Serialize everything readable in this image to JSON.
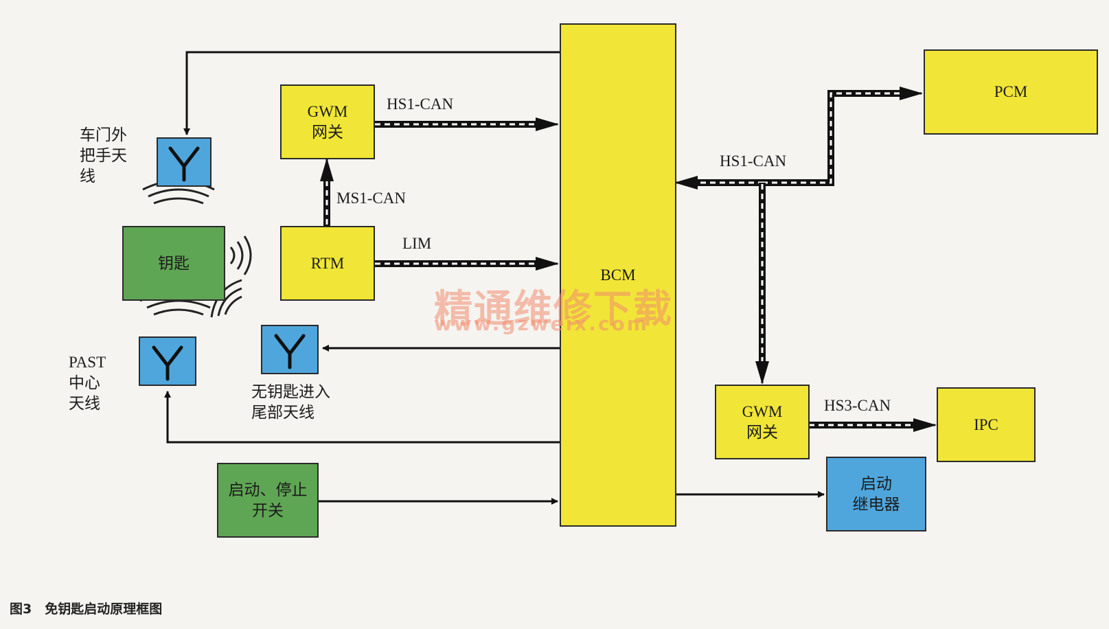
{
  "blocks": {
    "bcm": "BCM",
    "gwm_left": "GWM\n网关",
    "rtm": "RTM",
    "key": "钥匙",
    "start_stop_switch": "启动、停止\n开关",
    "pcm": "PCM",
    "gwm_right": "GWM\n网关",
    "ipc": "IPC",
    "start_relay": "启动\n继电器"
  },
  "antennas": {
    "door_handle": "车门外\n把手天\n线",
    "past_center": "PAST\n中心\n天线",
    "keyless_rear": "无钥匙进入\n尾部天线"
  },
  "buses": {
    "hs1_can_left": "HS1-CAN",
    "ms1_can": "MS1-CAN",
    "lim": "LIM",
    "hs1_can_right": "HS1-CAN",
    "hs3_can": "HS3-CAN"
  },
  "watermark": {
    "title": "精通维修下载",
    "url": "www.gzweix.com"
  },
  "caption": "图3　免钥匙启动原理框图",
  "colors": {
    "module_yellow": "#f1e637",
    "key_green": "#5fa654",
    "antenna_blue": "#4fa6dc",
    "line": "#111111"
  }
}
